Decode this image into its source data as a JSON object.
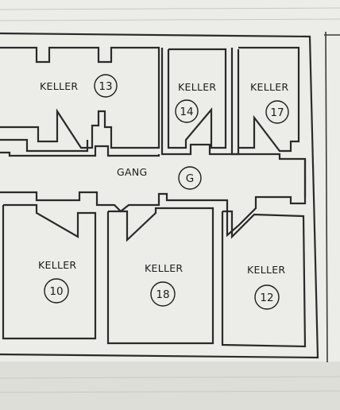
{
  "rooms": [
    {
      "id": "keller-13",
      "label": "KELLER",
      "number": "13"
    },
    {
      "id": "keller-14",
      "label": "KELLER",
      "number": "14"
    },
    {
      "id": "keller-17",
      "label": "KELLER",
      "number": "17"
    },
    {
      "id": "gang",
      "label": "GANG",
      "number": "G"
    },
    {
      "id": "keller-10",
      "label": "KELLER",
      "number": "10"
    },
    {
      "id": "keller-18",
      "label": "KELLER",
      "number": "18"
    },
    {
      "id": "keller-12",
      "label": "KELLER",
      "number": "12"
    }
  ],
  "colors": {
    "paper": "#ececE8",
    "ink": "#1c1c1c"
  }
}
